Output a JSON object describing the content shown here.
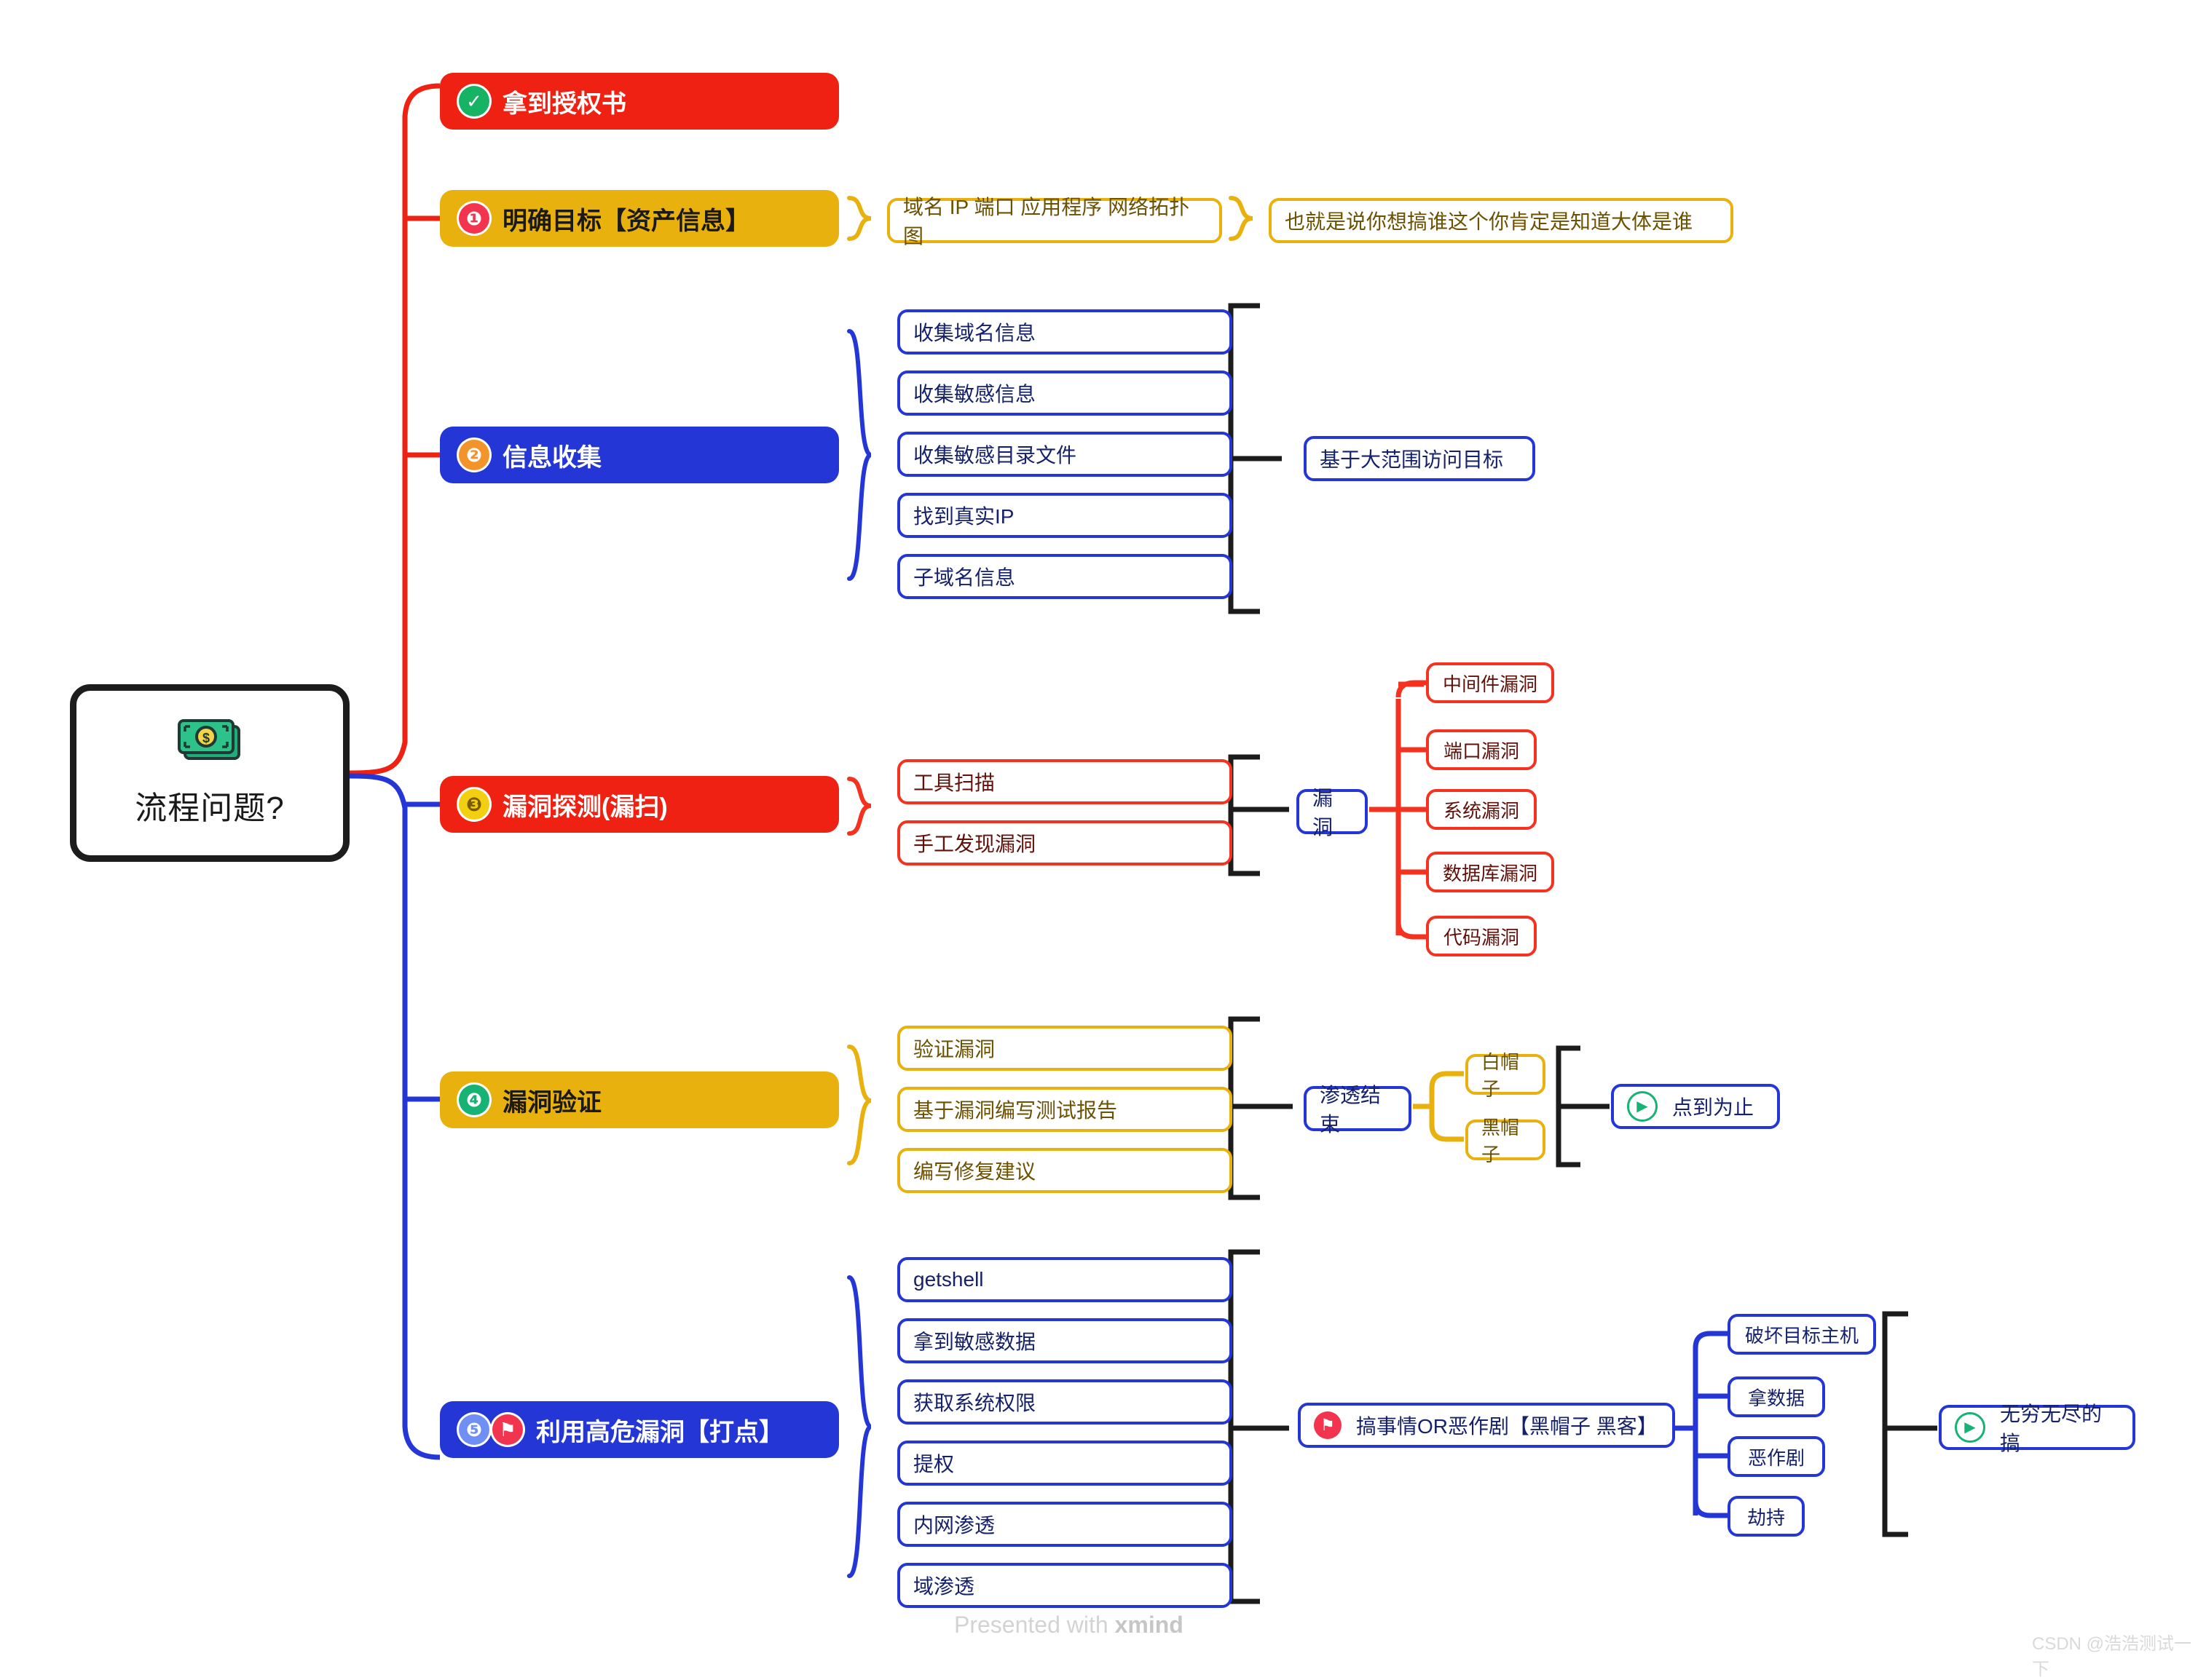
{
  "root": {
    "icon": "banknote-emoji",
    "title": "流程问题?"
  },
  "watermarks": {
    "xmind_prefix": "Presented with ",
    "xmind_brand": "xmind",
    "csdn": "CSDN @浩浩测试一下"
  },
  "branches": [
    {
      "id": "auth",
      "label": "拿到授权书",
      "badge": "✓",
      "badge_style": "green",
      "color": "red"
    },
    {
      "id": "target",
      "label": "明确目标【资产信息】",
      "badge": "❶",
      "badge_style": "pink",
      "color": "yellow",
      "children": [
        {
          "label": "域名 IP 端口 应用程序 网络拓扑图",
          "style": "ybox"
        }
      ],
      "grandchildren": [
        {
          "label": "也就是说你想搞谁这个你肯定是知道大体是谁",
          "style": "ybox"
        }
      ]
    },
    {
      "id": "recon",
      "label": "信息收集",
      "badge": "❷",
      "badge_style": "orange",
      "color": "blue",
      "children": [
        {
          "label": "收集域名信息",
          "style": "bbox"
        },
        {
          "label": "收集敏感信息",
          "style": "bbox"
        },
        {
          "label": "收集敏感目录文件",
          "style": "bbox"
        },
        {
          "label": "找到真实IP",
          "style": "bbox"
        },
        {
          "label": "子域名信息",
          "style": "bbox"
        }
      ],
      "summary": {
        "label": "基于大范围访问目标",
        "style": "bbox"
      }
    },
    {
      "id": "scan",
      "label": "漏洞探测(漏扫)",
      "badge": "❸",
      "badge_style": "gold",
      "color": "red",
      "children": [
        {
          "label": "工具扫描",
          "style": "rbox"
        },
        {
          "label": "手工发现漏洞",
          "style": "rbox"
        }
      ],
      "summary": {
        "label": "漏洞",
        "style": "bbox"
      },
      "summary_children": [
        {
          "label": "中间件漏洞",
          "style": "rbox"
        },
        {
          "label": "端口漏洞",
          "style": "rbox"
        },
        {
          "label": "系统漏洞",
          "style": "rbox"
        },
        {
          "label": "数据库漏洞",
          "style": "rbox"
        },
        {
          "label": "代码漏洞",
          "style": "rbox"
        }
      ]
    },
    {
      "id": "verify",
      "label": "漏洞验证",
      "badge": "❹",
      "badge_style": "seagreen",
      "color": "yellow",
      "children": [
        {
          "label": "验证漏洞",
          "style": "ybox"
        },
        {
          "label": "基于漏洞编写测试报告",
          "style": "ybox"
        },
        {
          "label": "编写修复建议",
          "style": "ybox"
        }
      ],
      "summary": {
        "label": "渗透结束",
        "style": "bbox"
      },
      "summary_children": [
        {
          "label": "白帽子",
          "style": "ybox"
        },
        {
          "label": "黑帽子",
          "style": "ybox"
        }
      ],
      "final": {
        "label": "点到为止",
        "icon": "play-icon",
        "style": "bbox"
      }
    },
    {
      "id": "exploit",
      "label": "利用高危漏洞【打点】",
      "badge": "❺",
      "badge_style": "lightblue",
      "badge2": "⚑",
      "color": "blue",
      "children": [
        {
          "label": "getshell",
          "style": "bbox"
        },
        {
          "label": "拿到敏感数据",
          "style": "bbox"
        },
        {
          "label": "获取系统权限",
          "style": "bbox"
        },
        {
          "label": "提权",
          "style": "bbox"
        },
        {
          "label": "内网渗透",
          "style": "bbox"
        },
        {
          "label": "域渗透",
          "style": "bbox"
        }
      ],
      "summary": {
        "label": "搞事情OR恶作剧【黑帽子 黑客】",
        "icon": "flag-icon",
        "style": "bbox"
      },
      "summary_children": [
        {
          "label": "破坏目标主机",
          "style": "bbox"
        },
        {
          "label": "拿数据",
          "style": "bbox"
        },
        {
          "label": "恶作剧",
          "style": "bbox"
        },
        {
          "label": "劫持",
          "style": "bbox"
        }
      ],
      "final": {
        "label": "无穷无尽的搞",
        "icon": "play-icon",
        "style": "bbox"
      }
    }
  ],
  "colors": {
    "red": "#ee2112",
    "yellow": "#e8b10e",
    "blue": "#2437d6",
    "leaf_red": "#f4321f",
    "leaf_blue": "#2437d6",
    "leaf_yellow": "#e8b10e",
    "black": "#1c1c1c"
  }
}
